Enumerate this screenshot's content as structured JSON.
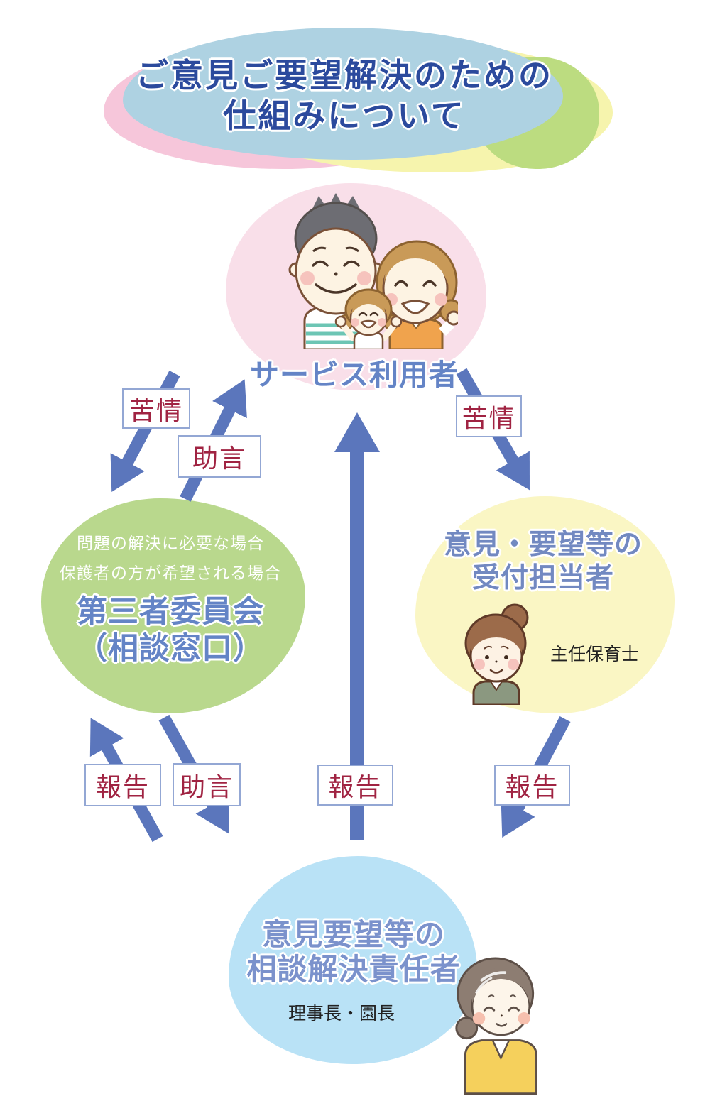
{
  "title": {
    "line1": "ご意見ご要望解決のための",
    "line2": "仕組みについて"
  },
  "service_user": {
    "label": "サービス利用者"
  },
  "third_party_committee": {
    "condition1": "問題の解決に必要な場合",
    "condition2": "保護者の方が希望される場合",
    "name_line1": "第三者委員会",
    "name_line2": "（相談窓口）"
  },
  "reception_staff": {
    "name_line1": "意見・要望等の",
    "name_line2": "受付担当者",
    "role": "主任保育士"
  },
  "resolution_manager": {
    "name_line1": "意見要望等の",
    "name_line2": "相談解決責任者",
    "role": "理事長・園長"
  },
  "arrow_labels": {
    "complaint_left": "苦情",
    "advice_upper": "助言",
    "complaint_right": "苦情",
    "report_left": "報告",
    "advice_lower": "助言",
    "report_center": "報告",
    "report_right": "報告"
  },
  "icons": {
    "family": "family-illustration",
    "nursery_teacher": "nursery-teacher-illustration",
    "director": "director-illustration"
  },
  "colors": {
    "title_text": "#2b4a9d",
    "title_blob_blue": "#aed2e2",
    "title_blob_pink": "#f6c6da",
    "title_blob_yellow": "#f6f4ad",
    "title_blob_green": "#bcdc80",
    "service_user_blob": "#f9dfe9",
    "committee_blob": "#b9d88d",
    "reception_blob": "#faf6c4",
    "resolver_blob": "#b9e2f6",
    "arrow": "#5b76bc",
    "label_text": "#a02342",
    "label_border": "#93a7d4",
    "heading_blue": "#6484c6"
  }
}
